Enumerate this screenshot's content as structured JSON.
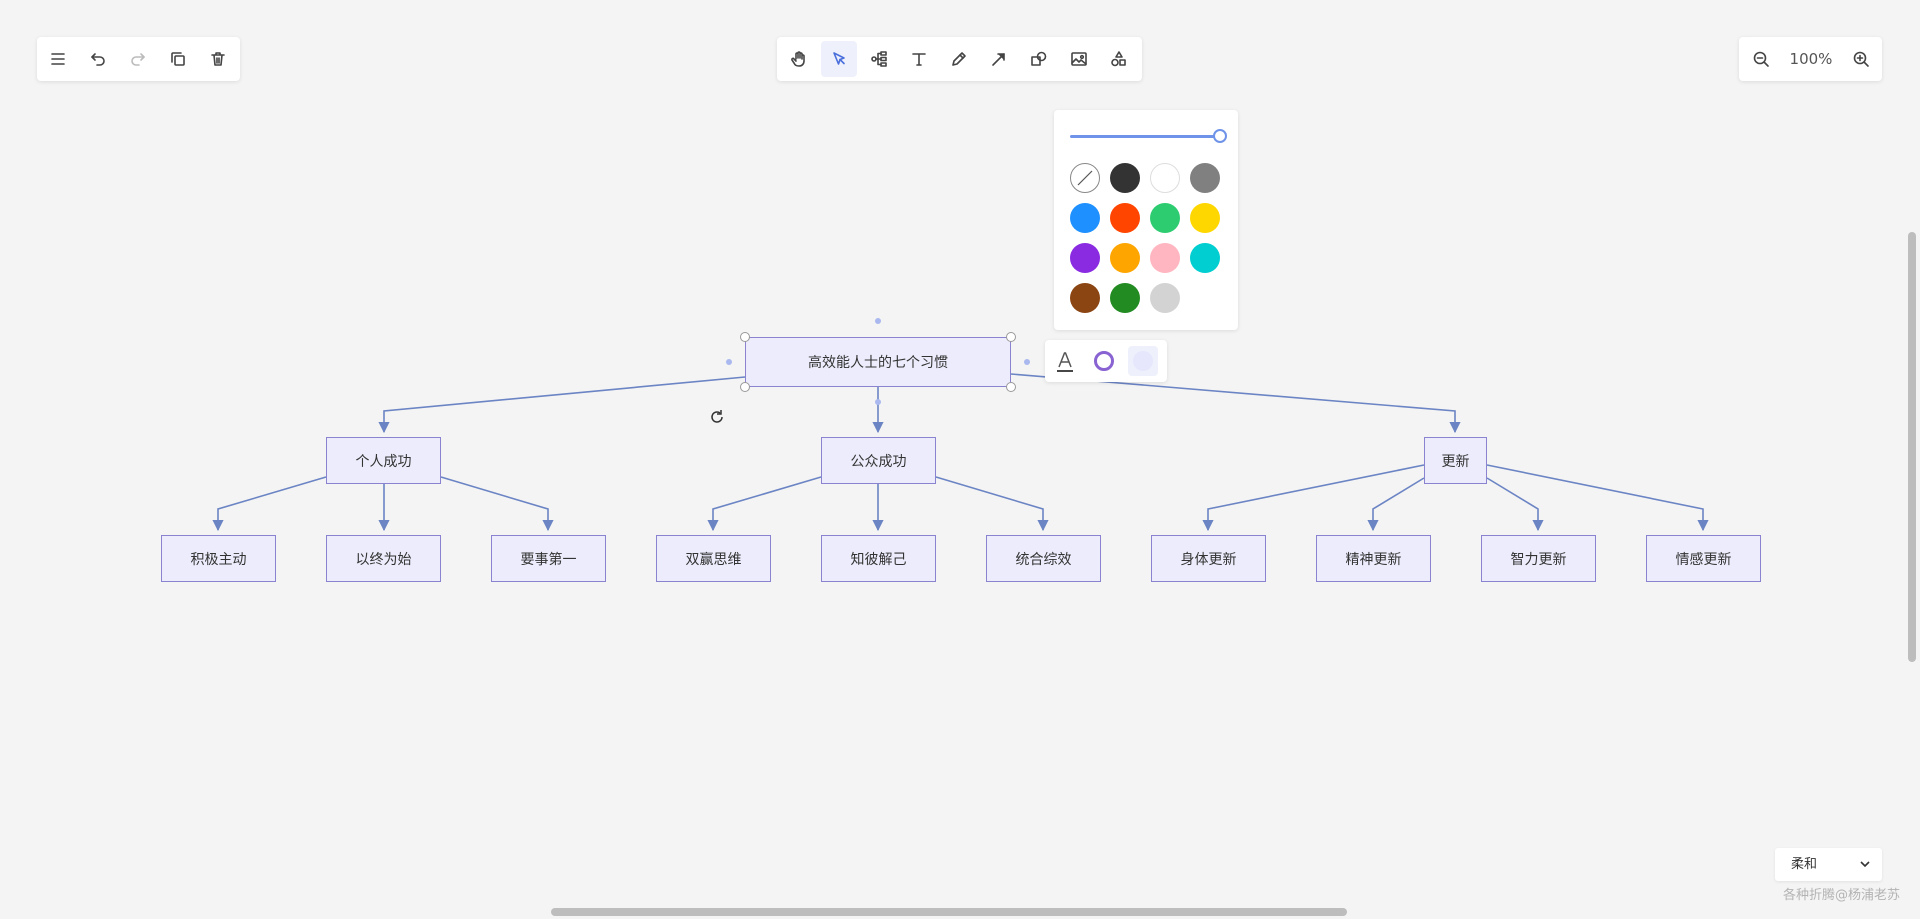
{
  "left_toolbar": {
    "icons": [
      "menu-icon",
      "undo-icon",
      "redo-icon",
      "duplicate-icon",
      "delete-icon"
    ]
  },
  "main_toolbar": {
    "icons": [
      "hand-icon",
      "select-pointer-icon",
      "mindmap-icon",
      "text-icon",
      "pencil-icon",
      "arrow-icon",
      "shape-icon",
      "image-icon",
      "extra-shapes-icon"
    ],
    "active": "select-pointer-icon"
  },
  "zoom": {
    "value": "100%",
    "zoom_out_icon": "zoom-out-icon",
    "zoom_in_icon": "zoom-in-icon"
  },
  "mindmap": {
    "root": "高效能人士的七个习惯",
    "branches": [
      {
        "label": "个人成功",
        "children": [
          "积极主动",
          "以终为始",
          "要事第一"
        ]
      },
      {
        "label": "公众成功",
        "children": [
          "双赢思维",
          "知彼解己",
          "统合综效"
        ]
      },
      {
        "label": "更新",
        "children": [
          "身体更新",
          "精神更新",
          "智力更新",
          "情感更新"
        ]
      }
    ],
    "node_fill": "#ececfc",
    "node_stroke": "#8a84d0",
    "edge_color": "#6b84c4"
  },
  "color_picker": {
    "opacity_percent": 100,
    "swatches": [
      "transparent",
      "#333333",
      "#ffffff",
      "#808080",
      "#1e90ff",
      "#ff4500",
      "#2ecc71",
      "#ffd700",
      "#8a2be2",
      "#ffa500",
      "#ffb6c1",
      "#00ced1",
      "#8b4513",
      "#228b22",
      "#d3d3d3"
    ]
  },
  "style_toolbar": {
    "icons": [
      "font-color-icon",
      "stroke-color-icon",
      "fill-color-icon"
    ]
  },
  "theme_select": {
    "value": "柔和"
  },
  "watermark": "各种折腾@杨浦老苏"
}
